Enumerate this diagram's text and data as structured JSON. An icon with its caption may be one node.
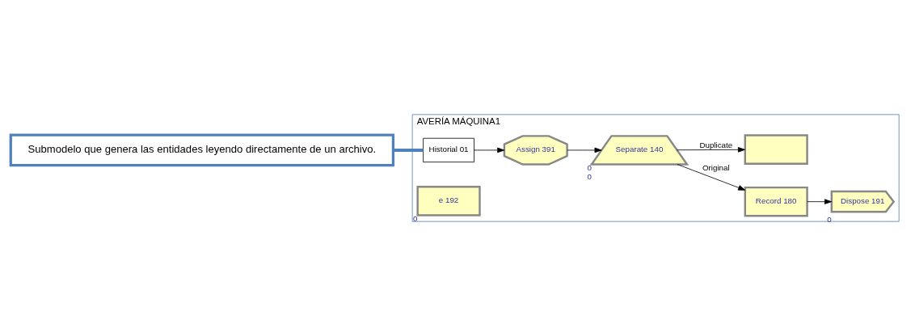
{
  "diagram": {
    "nodes": [
      {
        "text": [
          "AVERÍA MÁQUINA1"
        ]
      },
      {
        "text": [
          "Historial 01"
        ],
        "in": 0
      },
      {
        "text": [
          "Assign 391"
        ],
        "in": 0
      },
      {
        "text": [
          "Separate 140"
        ],
        "in": 0,
        "beside": [
          "0",
          "0"
        ]
      },
      {
        "text": [
          "Record 180"
        ],
        "in": 0
      },
      {
        "text": [
          "Dispose 191"
        ],
        "in": 0,
        "beside": [
          "0"
        ]
      },
      {
        "text": [],
        "shape": "box",
        "in": 0
      },
      {
        "text": [
          "e 192"
        ],
        "in": 0,
        "beside": [
          "0"
        ]
      },
      {
        "text": [
          "Submodelo que genera las entidades leyendo directamente de un archivo."
        ]
      }
    ],
    "edges": [
      {
        "from": 1,
        "to": 2,
        "arrow": "to"
      },
      {
        "from": 2,
        "to": 3,
        "arrow": "to"
      },
      {
        "from": 3,
        "to": 4,
        "label": "Original",
        "arrow": "to"
      },
      {
        "from": 3,
        "to": 6,
        "label": "Duplicate",
        "arrow": "to"
      },
      {
        "from": 4,
        "to": 5,
        "arrow": "to"
      },
      {
        "from": 8,
        "to": 1,
        "arrow": "none",
        "style": "thick",
        "color": "#4f81bd"
      }
    ]
  }
}
